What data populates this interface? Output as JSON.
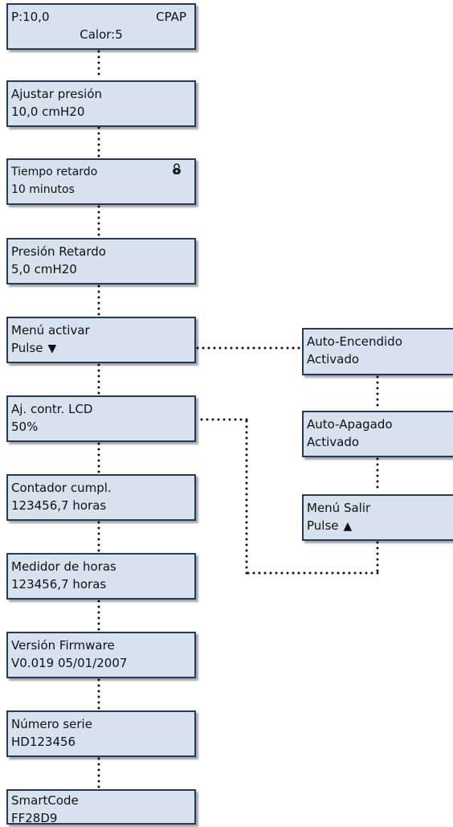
{
  "main_menu": {
    "status": {
      "pressure": "P:10,0",
      "mode": "CPAP",
      "heat": "Calor:5"
    },
    "pressure": {
      "label": "Ajustar presión",
      "value": "10,0 cmH20"
    },
    "ramp_time": {
      "label": "Tiempo retardo",
      "value": "10 minutos",
      "icon": "lock-icon"
    },
    "ramp_pressure": {
      "label": "Presión Retardo",
      "value": "5,0 cmH20"
    },
    "activate_menu": {
      "label": "Menú activar",
      "value": "Pulse",
      "icon": "down-triangle-icon"
    },
    "lcd_contrast": {
      "label": "Aj. contr. LCD",
      "value": "50%"
    },
    "compliance": {
      "label": "Contador cumpl.",
      "value": "123456,7 horas"
    },
    "hour_meter": {
      "label": "Medidor de horas",
      "value": "123456,7 horas"
    },
    "firmware": {
      "label": "Versión Firmware",
      "value": "V0.019 05/01/2007"
    },
    "serial": {
      "label": "Número serie",
      "value": "HD123456"
    },
    "smartcode": {
      "label": "SmartCode",
      "value": "FF28D9"
    }
  },
  "sub_menu": {
    "auto_on": {
      "label": "Auto-Encendido",
      "value": "Activado"
    },
    "auto_off": {
      "label": "Auto-Apagado",
      "value": "Activado"
    },
    "exit": {
      "label": "Menú Salir",
      "value": "Pulse",
      "icon": "up-triangle-icon"
    }
  },
  "colors": {
    "box_fill": "#d8e1ee",
    "box_border": "#233a5a",
    "dots": "#111111"
  }
}
